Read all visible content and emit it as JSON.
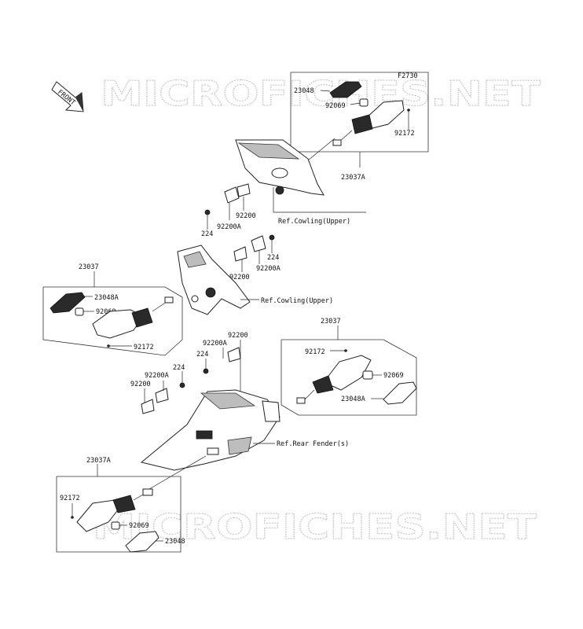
{
  "watermark": {
    "text": "MICROFICHES.NET"
  },
  "front_indicator": {
    "text": "FRONT"
  },
  "figure_code": "F2730",
  "labels": {
    "t_23048": "23048",
    "t_92069": "92069",
    "t_92172": "92172",
    "t_23037A": "23037A",
    "ref_cowling_upper_1": "Ref.Cowling(Upper)",
    "m_92200": "92200",
    "m_92200A": "92200A",
    "m_224": "224",
    "m2_224": "224",
    "m2_92200A": "92200A",
    "m2_92200": "92200",
    "l_23037": "23037",
    "l_23048A": "23048A",
    "l_92069": "92069",
    "l_92172": "92172",
    "ref_cowling_upper_2": "Ref.Cowling(Upper)",
    "r_23037": "23037",
    "r_92172": "92172",
    "r_92069": "92069",
    "r_23048A": "23048A",
    "c_92200": "92200",
    "c_92200A": "92200A",
    "c_224": "224",
    "c2_224": "224",
    "c2_92200A": "92200A",
    "c2_92200": "92200",
    "ref_rear_fender": "Ref.Rear Fender(s)",
    "b_23037A": "23037A",
    "b_92172": "92172",
    "b_92069": "92069",
    "b_23048": "23048"
  }
}
